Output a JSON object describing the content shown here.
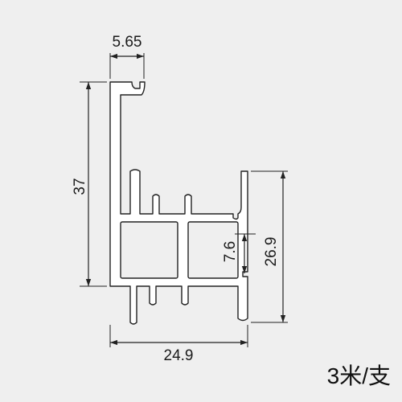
{
  "dimensions": {
    "top_width": "5.65",
    "height_total": "37",
    "inner_height": "7.6",
    "right_height": "26.9",
    "bottom_width": "24.9"
  },
  "caption": "3米/支",
  "colors": {
    "background": "#efefef",
    "profile_fill": "#ffffff",
    "outline": "#222222"
  }
}
